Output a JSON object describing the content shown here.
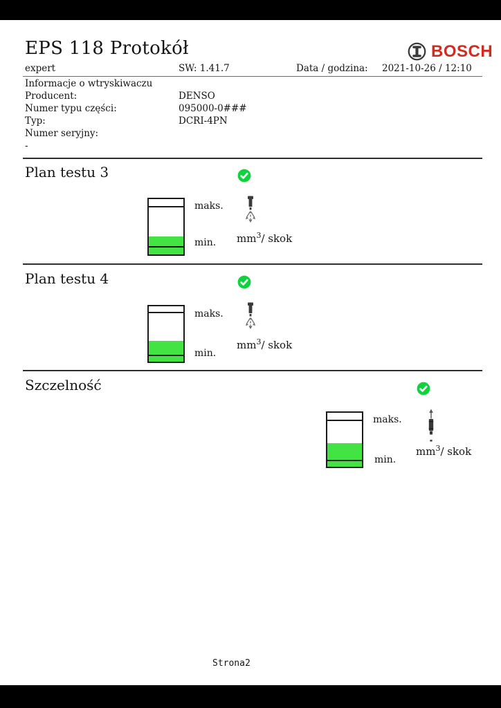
{
  "colors": {
    "bar_black": "#000000",
    "bosch_red": "#d22b20",
    "check_green": "#0ed33c",
    "gauge_green": "#43e343"
  },
  "header": {
    "title": "EPS 118 Protokół",
    "brand": "BOSCH"
  },
  "meta": {
    "mode": "expert",
    "software": "SW: 1.41.7",
    "date_label": "Data / godzina:",
    "date_value": "2021-10-26 / 12:10"
  },
  "injector_info": {
    "header": "Informacje o wtryskiwaczu",
    "rows": [
      {
        "label": "Producent:",
        "value": "DENSO"
      },
      {
        "label": "Numer typu części:",
        "value": "095000-0###"
      },
      {
        "label": "Typ:",
        "value": "DCRI-4PN"
      },
      {
        "label": "Numer seryjny:",
        "value": ""
      },
      {
        "label": "-",
        "value": ""
      }
    ]
  },
  "sections": [
    {
      "title": "Plan testu 3",
      "status": "pass",
      "status_icon": "check-circle",
      "icon": "injector-spray",
      "max_label": "maks.",
      "min_label": "min.",
      "unit_base": "mm",
      "unit_sup": "3",
      "unit_rest": "/ skok",
      "gauge": {
        "maks_pct": 12,
        "green_pct": 67,
        "min_pct": 85
      }
    },
    {
      "title": "Plan testu 4",
      "status": "pass",
      "status_icon": "check-circle",
      "icon": "injector-spray",
      "max_label": "maks.",
      "min_label": "min.",
      "unit_base": "mm",
      "unit_sup": "3",
      "unit_rest": "/ skok",
      "gauge": {
        "maks_pct": 10,
        "green_pct": 62,
        "min_pct": 87
      }
    },
    {
      "title": "Szczelność",
      "status": "pass",
      "status_icon": "check-circle",
      "icon": "return-flow",
      "max_label": "maks.",
      "min_label": "min.",
      "unit_base": "mm",
      "unit_sup": "3",
      "unit_rest": "/ skok",
      "gauge": {
        "maks_pct": 13,
        "green_pct": 57,
        "min_pct": 87
      }
    }
  ],
  "footer": {
    "page_label": "Strona2"
  }
}
